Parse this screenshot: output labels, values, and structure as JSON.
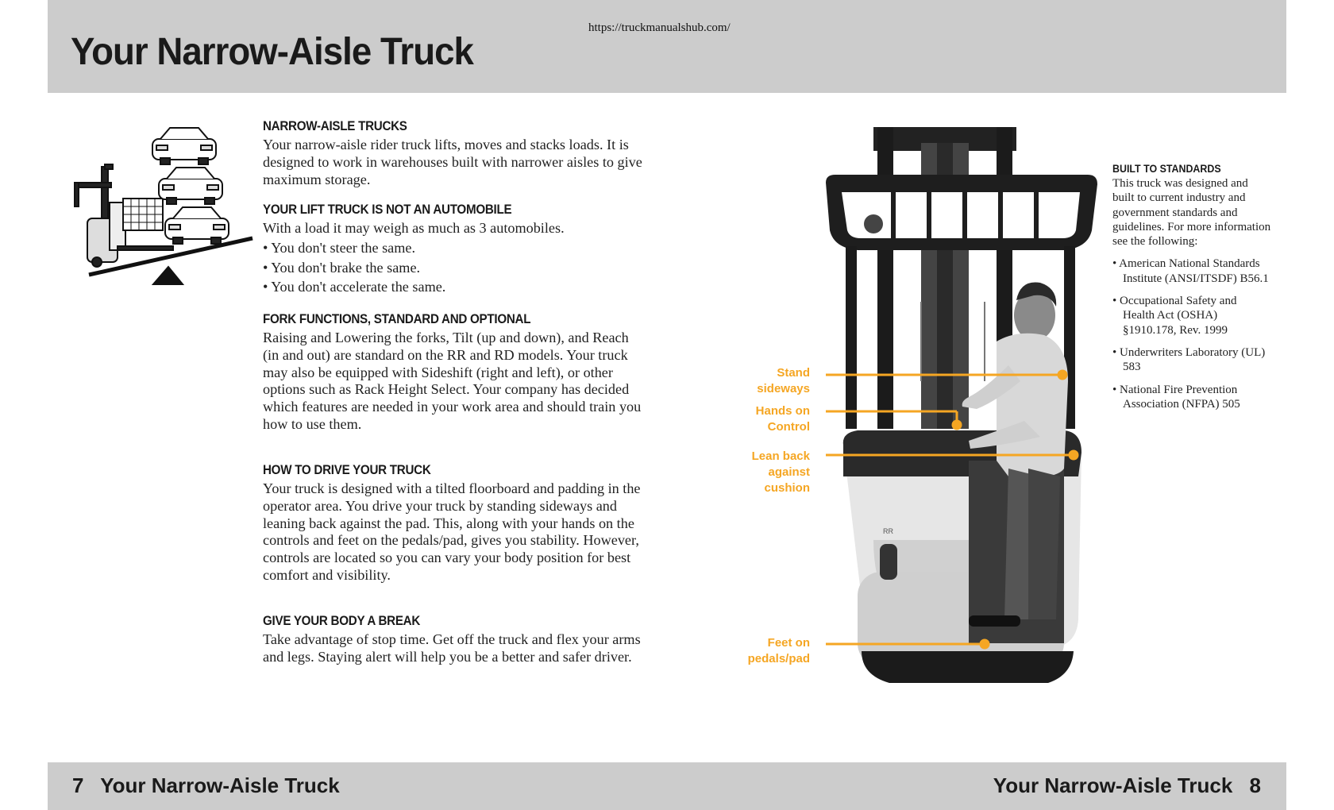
{
  "header": {
    "title": "Your Narrow-Aisle Truck",
    "url": "https://truckmanualshub.com/"
  },
  "sections": [
    {
      "heading": "NARROW-AISLE TRUCKS",
      "body": "Your narrow-aisle rider truck lifts, moves and stacks loads. It is designed to work in warehouses built with narrower aisles to give maximum storage."
    },
    {
      "heading": "YOUR LIFT TRUCK IS NOT AN AUTOMOBILE",
      "body": "With a load it may weigh as much as 3 automobiles.",
      "bullets": [
        "• You don't steer the same.",
        "• You don't brake the same.",
        "• You don't accelerate the same."
      ]
    },
    {
      "heading": "FORK FUNCTIONS, STANDARD AND OPTIONAL",
      "body": "Raising and Lowering the forks, Tilt (up and down), and Reach (in and out) are standard on the RR and RD models. Your truck may also be equipped with Sideshift (right and left), or other options such as Rack Height Select. Your company has decided which features are needed in your work area and should train you how to use them."
    },
    {
      "heading": "HOW TO DRIVE YOUR TRUCK",
      "body": "Your truck is designed with a tilted floorboard and padding in the operator area. You drive your truck by standing sideways and leaning back against the pad. This, along with your hands on the controls and feet on the pedals/pad, gives you stability. However, controls are located so you can vary your body position for best comfort and visibility."
    },
    {
      "heading": "GIVE YOUR BODY A BREAK",
      "body": "Take advantage of stop time. Get off the truck and flex your arms and legs.  Staying alert will help you be a better and safer driver."
    }
  ],
  "callouts": [
    {
      "line1": "Stand",
      "line2": "sideways",
      "line3": ""
    },
    {
      "line1": "Hands on",
      "line2": "Control",
      "line3": ""
    },
    {
      "line1": "Lean back",
      "line2": "against",
      "line3": "cushion"
    },
    {
      "line1": "Feet on",
      "line2": "pedals/pad",
      "line3": ""
    }
  ],
  "sidebar": {
    "heading": "BUILT TO STANDARDS",
    "body": "This truck was designed and built to current industry and government standards and guidelines. For more information see the following:",
    "items": [
      "• American National Standards Institute (ANSI/ITSDF) B56.1",
      "• Occupational Safety and Health Act (OSHA) §1910.178, Rev. 1999",
      "• Underwriters Laboratory (UL) 583",
      "• National Fire Prevention Association (NFPA) 505"
    ]
  },
  "truck_badge": "RR",
  "footer": {
    "left_page": "7",
    "left_title": "Your Narrow-Aisle Truck",
    "right_title": "Your Narrow-Aisle Truck",
    "right_page": "8"
  },
  "colors": {
    "header_band": "#cccccc",
    "accent_orange": "#f5a623",
    "text": "#222222"
  }
}
